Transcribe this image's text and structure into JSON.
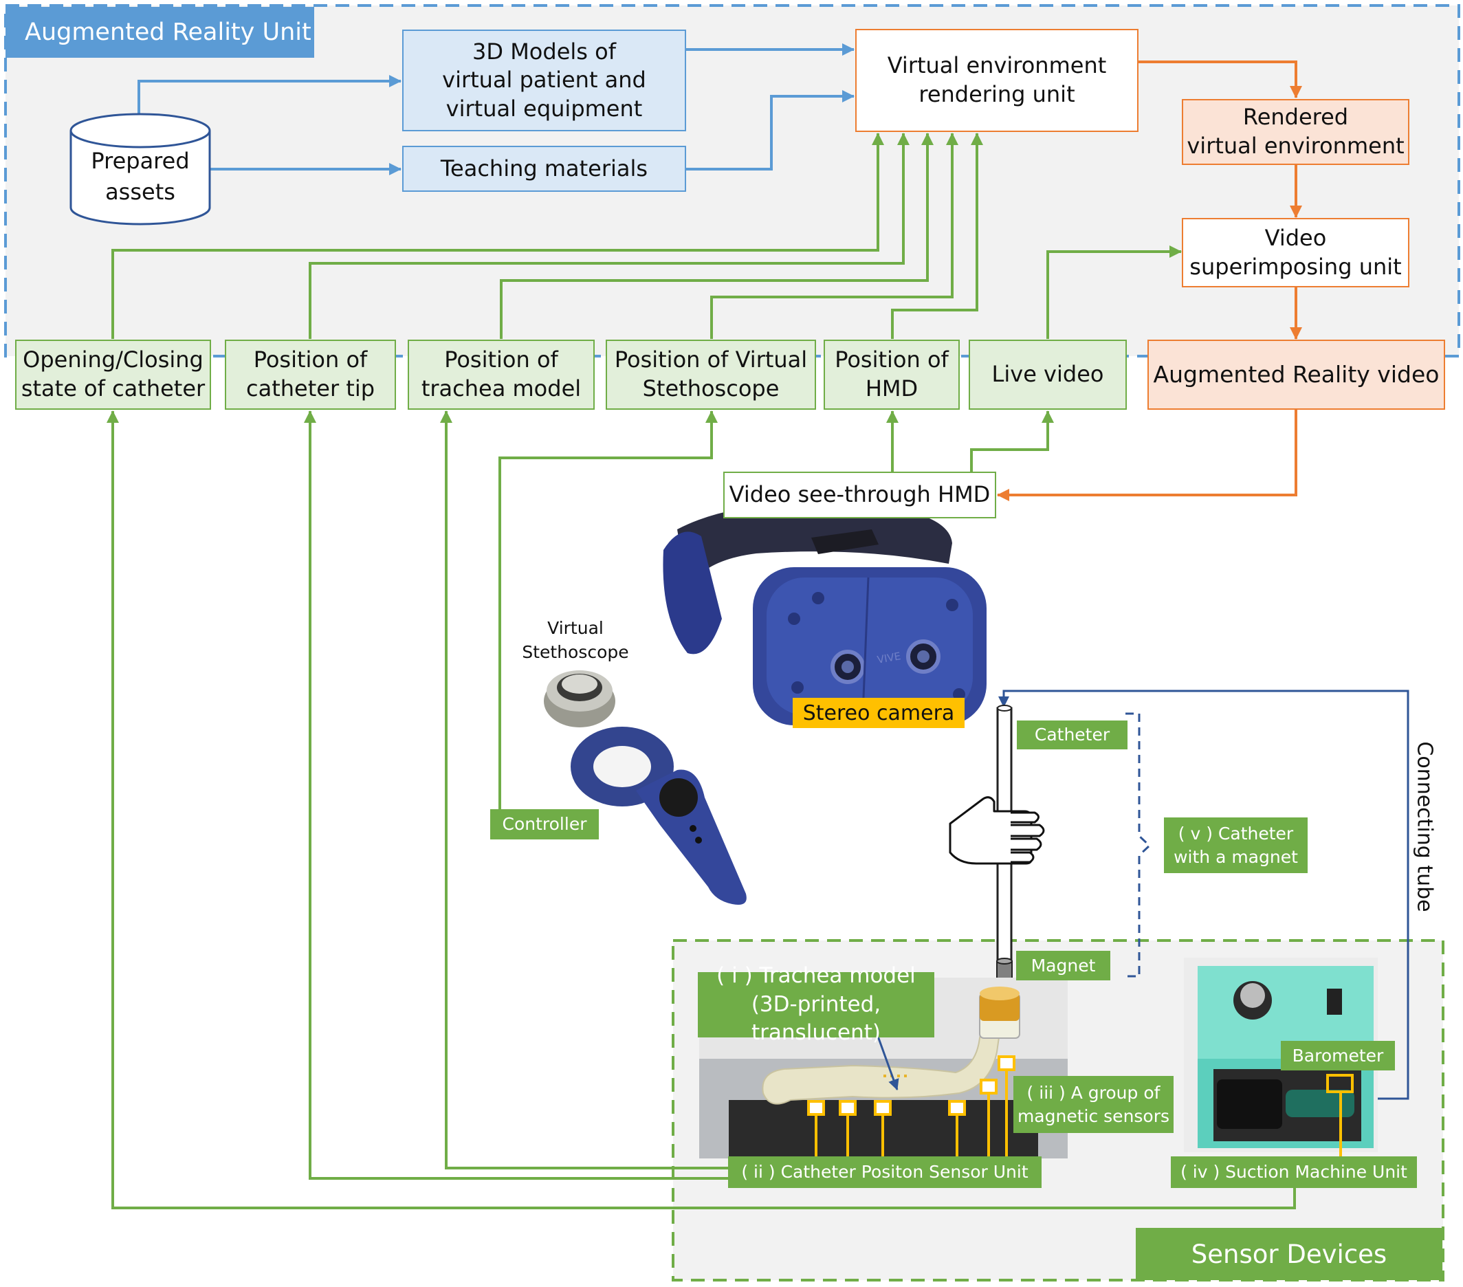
{
  "units": {
    "ar_unit_label": "Augmented Reality Unit",
    "sensor_devices_label": "Sensor Devices"
  },
  "nodes": {
    "prepared_assets": "Prepared\nassets",
    "models_3d": "3D Models of\nvirtual patient and\nvirtual equipment",
    "teaching_materials": "Teaching materials",
    "rendering_unit": "Virtual environment\nrendering unit",
    "rendered_env": "Rendered\nvirtual environment",
    "video_superimposing": "Video\nsuperimposing unit",
    "ar_video": "Augmented Reality video",
    "opening_closing": "Opening/Closing\nstate of catheter",
    "pos_catheter_tip": "Position of\ncatheter tip",
    "pos_trachea": "Position of\ntrachea model",
    "pos_stethoscope": "Position of Virtual\nStethoscope",
    "pos_hmd": "Position of\nHMD",
    "live_video": "Live video",
    "hmd": "Video see-through HMD"
  },
  "labels": {
    "stereo_camera": "Stereo camera",
    "virtual_stethoscope": "Virtual\nStethoscope",
    "controller": "Controller",
    "catheter": "Catheter",
    "magnet": "Magnet",
    "catheter_with_magnet": "( v ) Catheter\nwith a magnet",
    "trachea_model": "( i ) Trachea model\n(3D-printed, translucent)",
    "magnetic_sensors": "( iii ) A group of\nmagnetic sensors",
    "barometer": "Barometer",
    "catheter_sensor_unit": "( ii ) Catheter Positon Sensor Unit",
    "suction_unit": "( iv ) Suction Machine Unit",
    "connecting_tube": "Connecting tube",
    "vive_text": "VIVE"
  },
  "colors": {
    "blue": "#5b9bd5",
    "orange": "#ed7d31",
    "green": "#70ad47",
    "yellow": "#ffc000",
    "navy": "#2f5597"
  }
}
